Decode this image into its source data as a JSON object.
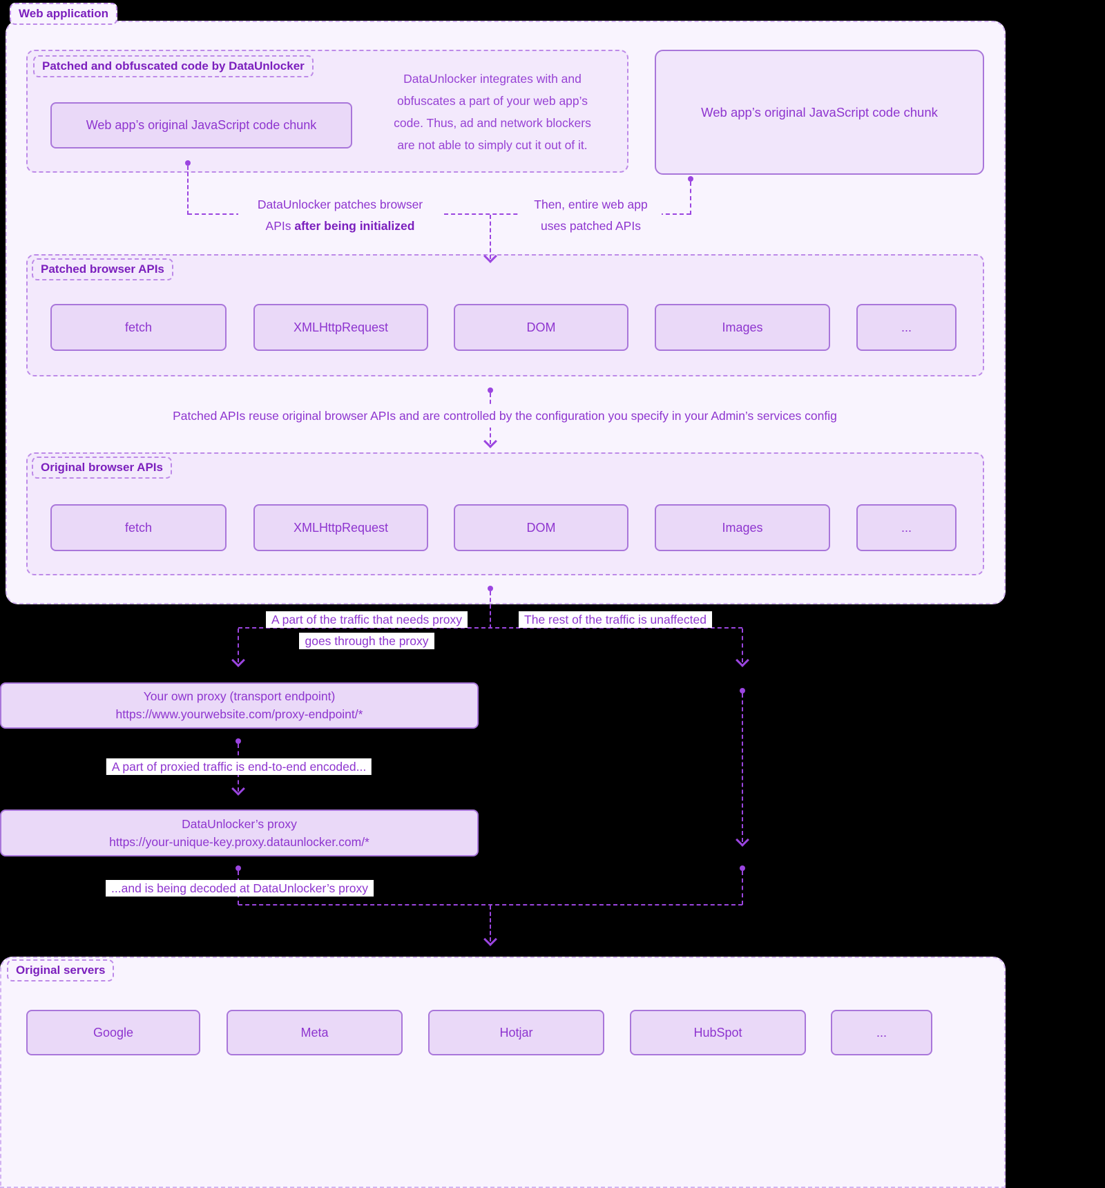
{
  "colors": {
    "page_bg": "#000000",
    "section_bg": "#f9f4fe",
    "panel_bg": "#f3e9fc",
    "box_fill": "#ead9f8",
    "box_border": "#a976da",
    "line": "#9b45e0",
    "text": "#8e35cf",
    "text_bold": "#7b1fbd"
  },
  "web_application": {
    "label": "Web application",
    "patched_code_panel": {
      "title": "Patched and obfuscated code by DataUnlocker",
      "chunk_label": "Web app’s original JavaScript code chunk"
    },
    "description": "DataUnlocker integrates with and obfuscates a part of your web app’s code. Thus, ad and network blockers are not able to simply cut it out of it.",
    "original_chunk_label": "Web app’s original JavaScript code chunk",
    "patch_arrow_label_line1": "DataUnlocker patches browser",
    "patch_arrow_label_line2_normal": "APIs ",
    "patch_arrow_label_line2_bold": "after being initialized",
    "use_arrow_label": "Then, entire web app uses patched APIs",
    "patched_apis_panel": {
      "title": "Patched browser APIs",
      "items": [
        "fetch",
        "XMLHttpRequest",
        "DOM",
        "Images",
        "..."
      ]
    },
    "reuse_note": "Patched APIs reuse original browser APIs and are controlled by the configuration you specify in your Admin’s services config",
    "original_apis_panel": {
      "title": "Original browser APIs",
      "items": [
        "fetch",
        "XMLHttpRequest",
        "DOM",
        "Images",
        "..."
      ]
    }
  },
  "traffic": {
    "proxied_label": "A part of the traffic that needs proxy goes through the proxy",
    "unaffected_label": "The rest of the traffic is unaffected",
    "own_proxy": {
      "title": "Your own proxy (transport endpoint)",
      "url": "https://www.yourwebsite.com/proxy-endpoint/*"
    },
    "encoded_label": "A part of proxied traffic  is end-to-end encoded...",
    "dataunlocker_proxy": {
      "title": "DataUnlocker’s proxy",
      "url": "https://your-unique-key.proxy.dataunlocker.com/*"
    },
    "decoded_label": "...and is being decoded at DataUnlocker’s proxy"
  },
  "original_servers": {
    "label": "Original servers",
    "items": [
      "Google",
      "Meta",
      "Hotjar",
      "HubSpot",
      "..."
    ]
  }
}
